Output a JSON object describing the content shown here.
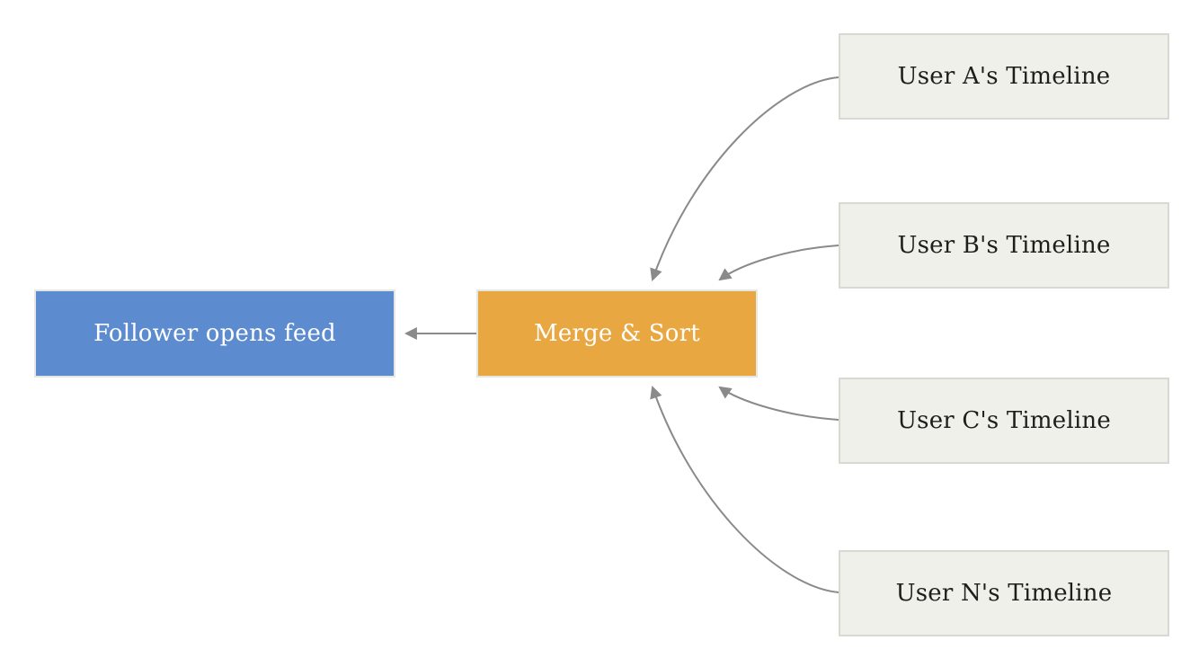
{
  "diagram": {
    "background": "#ffffff",
    "arrow_color": "#8a8a8a",
    "nodes": {
      "follower_opens_feed": {
        "label": "Follower opens feed",
        "fill": "#5c8ccf",
        "text_color": "#ffffff"
      },
      "merge_sort": {
        "label": "Merge & Sort",
        "fill": "#e9a741",
        "text_color": "#ffffff"
      },
      "user_a_timeline": {
        "label": "User A's Timeline",
        "fill": "#f0f0ea",
        "border": "#d9d9d3",
        "text_color": "#1e1e1c"
      },
      "user_b_timeline": {
        "label": "User B's Timeline",
        "fill": "#f0f0ea",
        "border": "#d9d9d3",
        "text_color": "#1e1e1c"
      },
      "user_c_timeline": {
        "label": "User C's Timeline",
        "fill": "#f0f0ea",
        "border": "#d9d9d3",
        "text_color": "#1e1e1c"
      },
      "user_n_timeline": {
        "label": "User N's Timeline",
        "fill": "#f0f0ea",
        "border": "#d9d9d3",
        "text_color": "#1e1e1c"
      }
    },
    "edges": [
      {
        "from": "User A's Timeline",
        "to": "Merge & Sort",
        "shape": "curved"
      },
      {
        "from": "User B's Timeline",
        "to": "Merge & Sort",
        "shape": "curved"
      },
      {
        "from": "User C's Timeline",
        "to": "Merge & Sort",
        "shape": "curved"
      },
      {
        "from": "User N's Timeline",
        "to": "Merge & Sort",
        "shape": "curved"
      },
      {
        "from": "Merge & Sort",
        "to": "Follower opens feed",
        "shape": "straight"
      }
    ]
  }
}
